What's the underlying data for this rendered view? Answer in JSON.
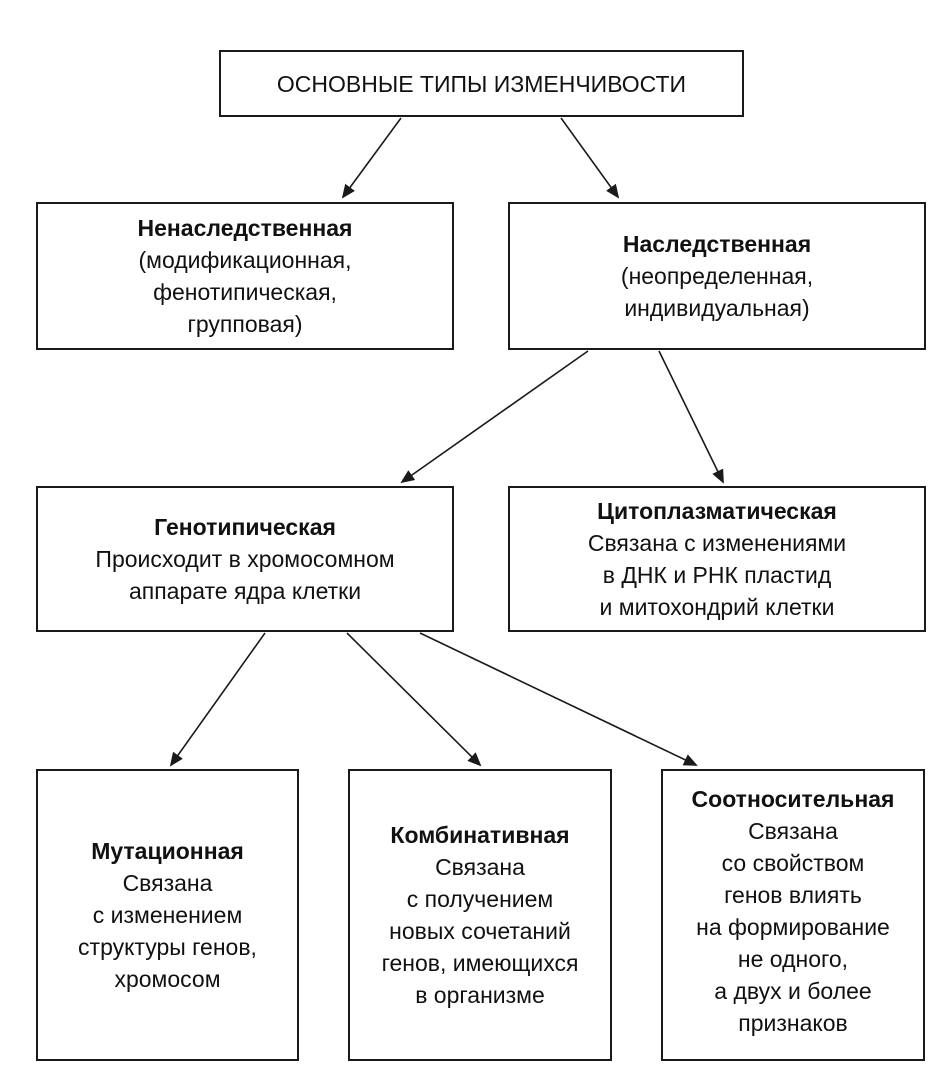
{
  "root": {
    "title": "ОСНОВНЫЕ ТИПЫ ИЗМЕНЧИВОСТИ"
  },
  "nonhereditary": {
    "title": "Ненаследственная",
    "lines": [
      "(модификационная,",
      "фенотипическая,",
      "групповая)"
    ]
  },
  "hereditary": {
    "title": "Наследственная",
    "lines": [
      "(неопределенная,",
      "индивидуальная)"
    ]
  },
  "genotypic": {
    "title": "Генотипическая",
    "lines": [
      "Происходит в хромосомном",
      "аппарате ядра клетки"
    ]
  },
  "cytoplasmic": {
    "title": "Цитоплазматическая",
    "lines": [
      "Связана с изменениями",
      "в ДНК и РНК пластид",
      "и митохондрий клетки"
    ]
  },
  "mutational": {
    "title": "Мутационная",
    "lines": [
      "Связана",
      "с изменением",
      "структуры генов,",
      "хромосом"
    ]
  },
  "combinative": {
    "title": "Комбинативная",
    "lines": [
      "Связана",
      "с получением",
      "новых сочетаний",
      "генов, имеющихся",
      "в организме"
    ]
  },
  "correlative": {
    "title": "Соотносительная",
    "lines": [
      "Связана",
      "со свойством",
      "генов влиять",
      "на формирование",
      "не одного,",
      "а двух и более",
      "признаков"
    ]
  },
  "colors": {
    "stroke": "#1a1a1a",
    "background": "#ffffff"
  }
}
